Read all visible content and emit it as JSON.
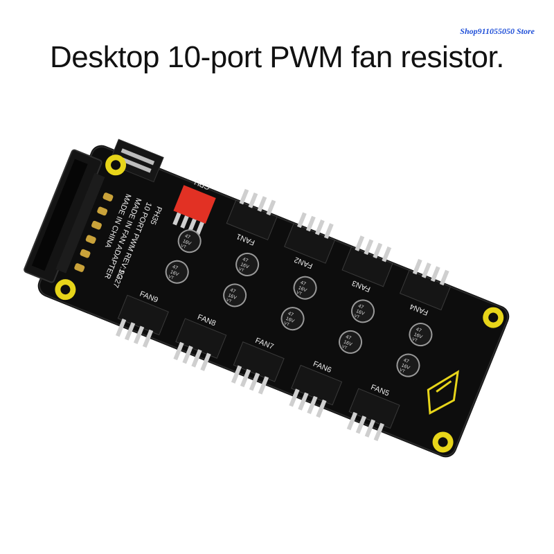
{
  "store_tag": "Shop911055050 Store",
  "headline": "Desktop 10-port PWM fan resistor.",
  "colors": {
    "pcb": "#0d0d0d",
    "mount_hole": "#e7d51a",
    "cpu_header": "#e23124",
    "silk": "#eeeeee",
    "pin": "#cfcfcf",
    "header_body": "#151515"
  },
  "board": {
    "silkscreen_lines": [
      "PH35",
      "10 PORT PWM REV:1.2",
      "MADE IN FAN ADAPTER",
      "MADE IN CHINA"
    ],
    "code": "9G27",
    "cpu_label": "CPU",
    "top_fan_labels": [
      "FAN1",
      "FAN2",
      "FAN3",
      "FAN4"
    ],
    "bottom_fan_labels": [
      "FAN9",
      "FAN8",
      "FAN7",
      "FAN6",
      "FAN5"
    ],
    "capacitor_text": [
      "47",
      "16V",
      "VT"
    ]
  }
}
